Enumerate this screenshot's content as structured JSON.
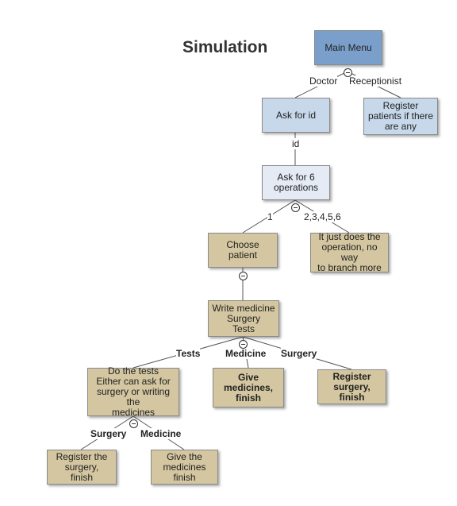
{
  "title": "Simulation",
  "colors": {
    "blue_dark": "#7b9fcb",
    "blue_light": "#c7d8ea",
    "blue_pale": "#e4ebf4",
    "tan": "#d3c6a0",
    "edge": "#555555"
  },
  "nodes": {
    "main_menu": "Main Menu",
    "ask_id": "Ask for id",
    "register_patients": "Register\npatients if there\nare any",
    "ask_ops": "Ask for 6\noperations",
    "choose_patient": "Choose patient",
    "no_branch": "It just does the\noperation, no way\nto branch more",
    "write_medicine": "Write medicine\nSurgery\nTests",
    "do_tests": "Do the tests\nEither can ask for\nsurgery or writing the\nmedicines",
    "give_medicines_finish": "Give\nmedicines,\nfinish",
    "register_surgery_finish": "Register\nsurgery, finish",
    "register_surgery_finish2": "Register the\nsurgery,\nfinish",
    "give_medicines_finish2": "Give the\nmedicines\nfinish"
  },
  "edge_labels": {
    "doctor": "Doctor",
    "receptionist": "Receptionist",
    "id": "id",
    "one": "1",
    "others": "2,3,4,5,6",
    "tests": "Tests",
    "medicine": "Medicine",
    "surgery": "Surgery",
    "surgery2": "Surgery",
    "medicine2": "Medicine"
  }
}
